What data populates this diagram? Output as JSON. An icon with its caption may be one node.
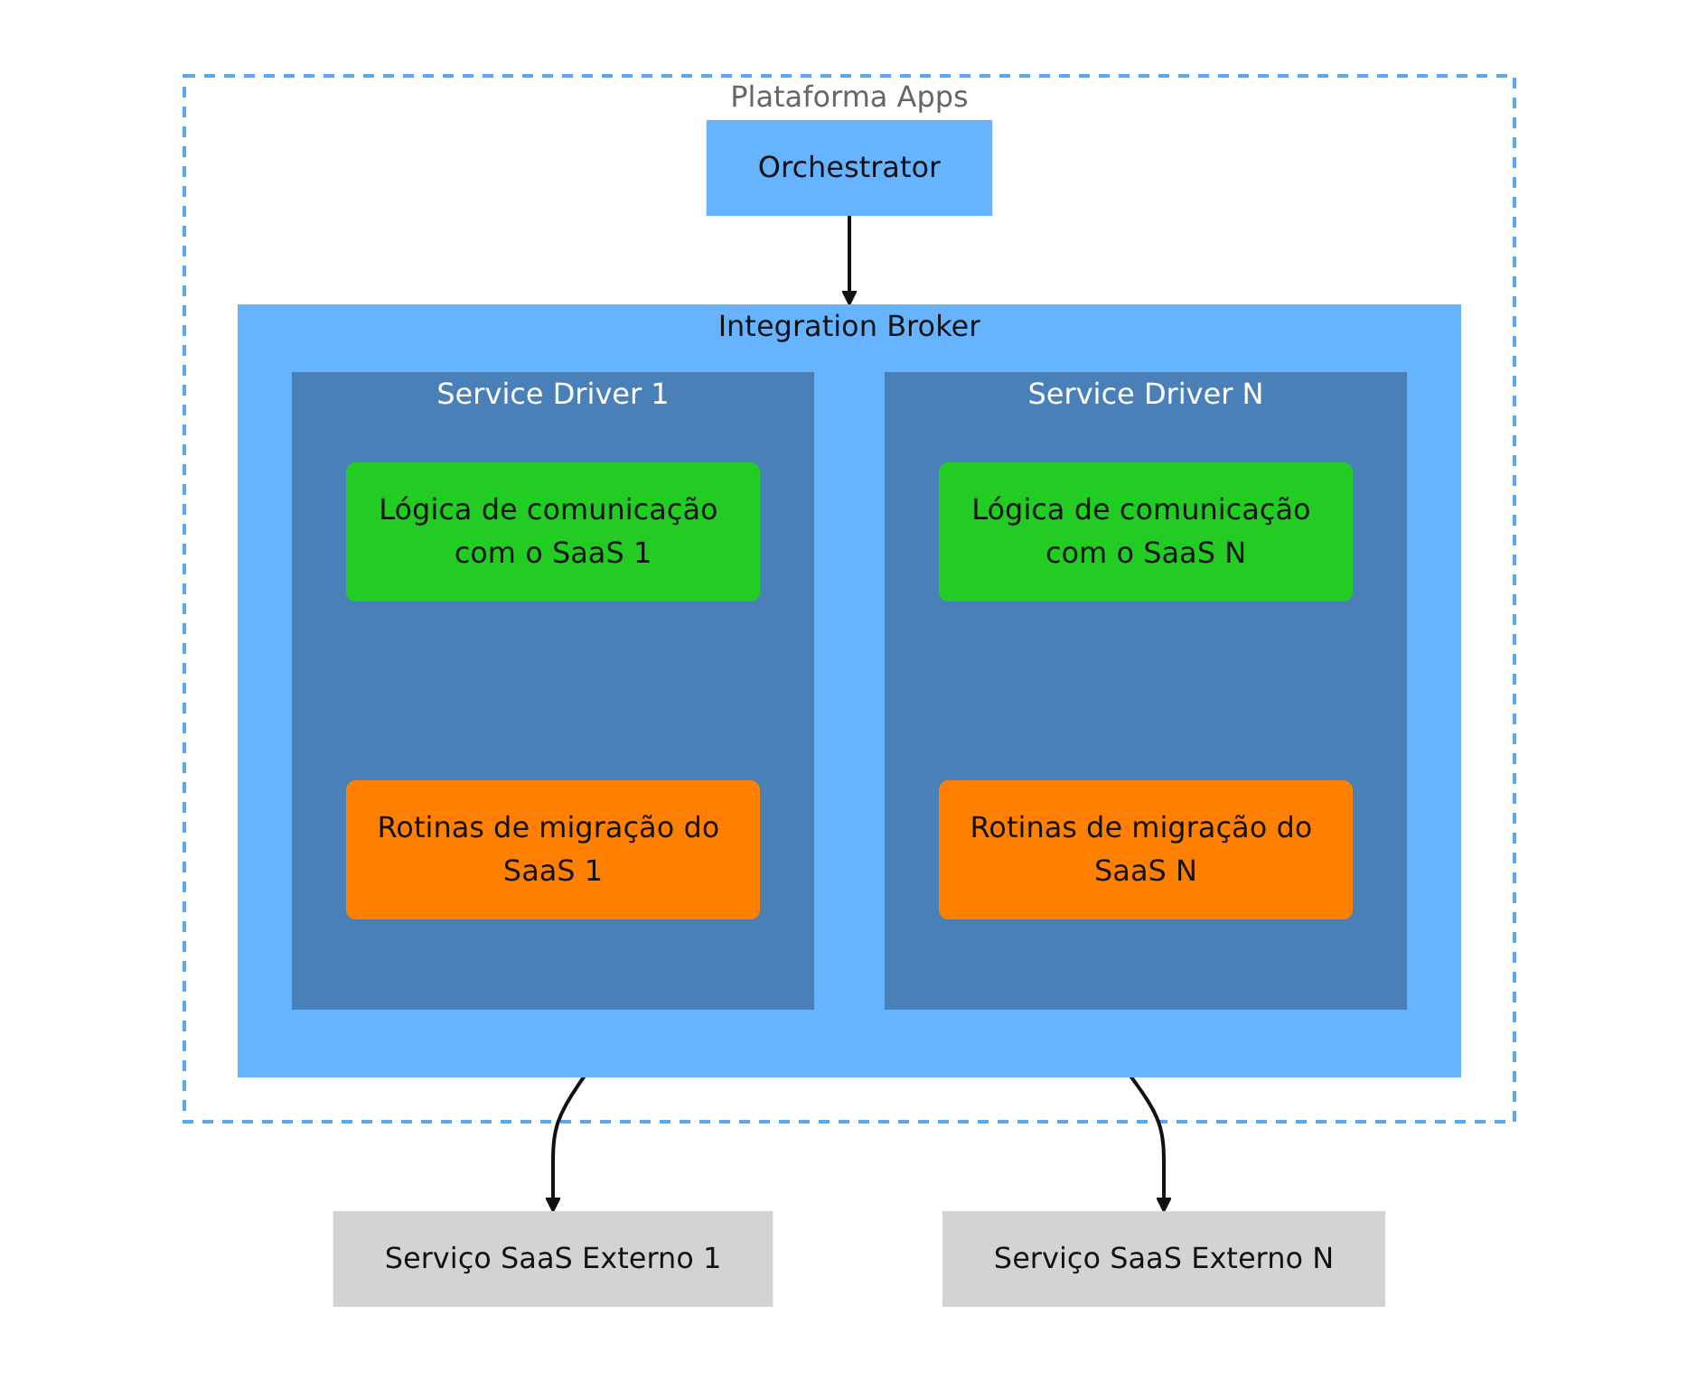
{
  "diagram": {
    "nodes": [
      {
        "text": [
          "Plataforma Apps"
        ]
      },
      {
        "text": [
          "Orchestrator"
        ],
        "in": 0
      },
      {
        "text": [
          "Integration Broker"
        ],
        "in": 0
      },
      {
        "text": [
          "Service Driver 1"
        ],
        "in": 2
      },
      {
        "text": [
          "Lógica de comunicação com o SaaS 1"
        ],
        "in": 3
      },
      {
        "text": [
          "Rotinas de migração do SaaS 1"
        ],
        "in": 3
      },
      {
        "text": [
          "Service Driver N"
        ],
        "in": 2
      },
      {
        "text": [
          "Lógica de comunicação com o SaaS N"
        ],
        "in": 6
      },
      {
        "text": [
          "Rotinas de migração do SaaS N"
        ],
        "in": 6
      },
      {
        "text": [
          "Serviço SaaS Externo 1"
        ]
      },
      {
        "text": [
          "Serviço SaaS Externo N"
        ]
      }
    ],
    "edges": [
      {
        "from": 1,
        "to": 2,
        "arrow": "to"
      },
      {
        "from": 2,
        "to": 9,
        "arrow": "to"
      },
      {
        "from": 2,
        "to": 10,
        "arrow": "to"
      }
    ]
  }
}
